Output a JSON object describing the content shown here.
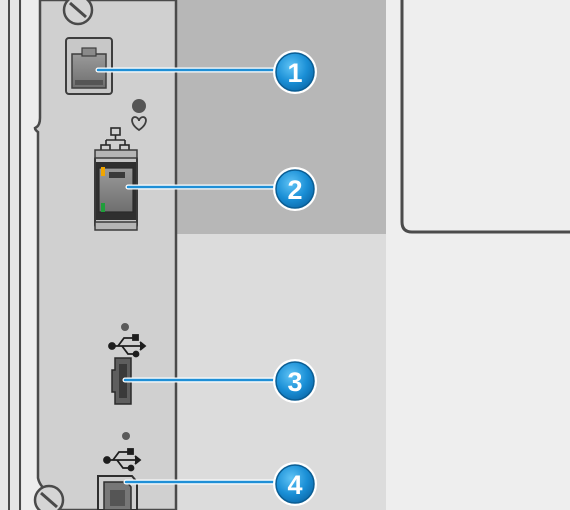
{
  "callouts": [
    {
      "number": "1",
      "port": "fax-port"
    },
    {
      "number": "2",
      "port": "ethernet-port"
    },
    {
      "number": "3",
      "port": "usb-host-port"
    },
    {
      "number": "4",
      "port": "usb-device-port"
    }
  ],
  "icons": {
    "network": "network-icon",
    "wake": "wake-led-icon",
    "usb_host": "usb-icon",
    "usb_device": "usb-icon"
  },
  "colors": {
    "callout_fill": "#1a8fd6",
    "callout_ring": "#0b5e94",
    "leader_line": "#1f8fd6",
    "panel": "#d0d0d0",
    "panel_edge": "#4a4a4a",
    "link_led": "#f0a500",
    "activity_led": "#1f9e3a"
  }
}
